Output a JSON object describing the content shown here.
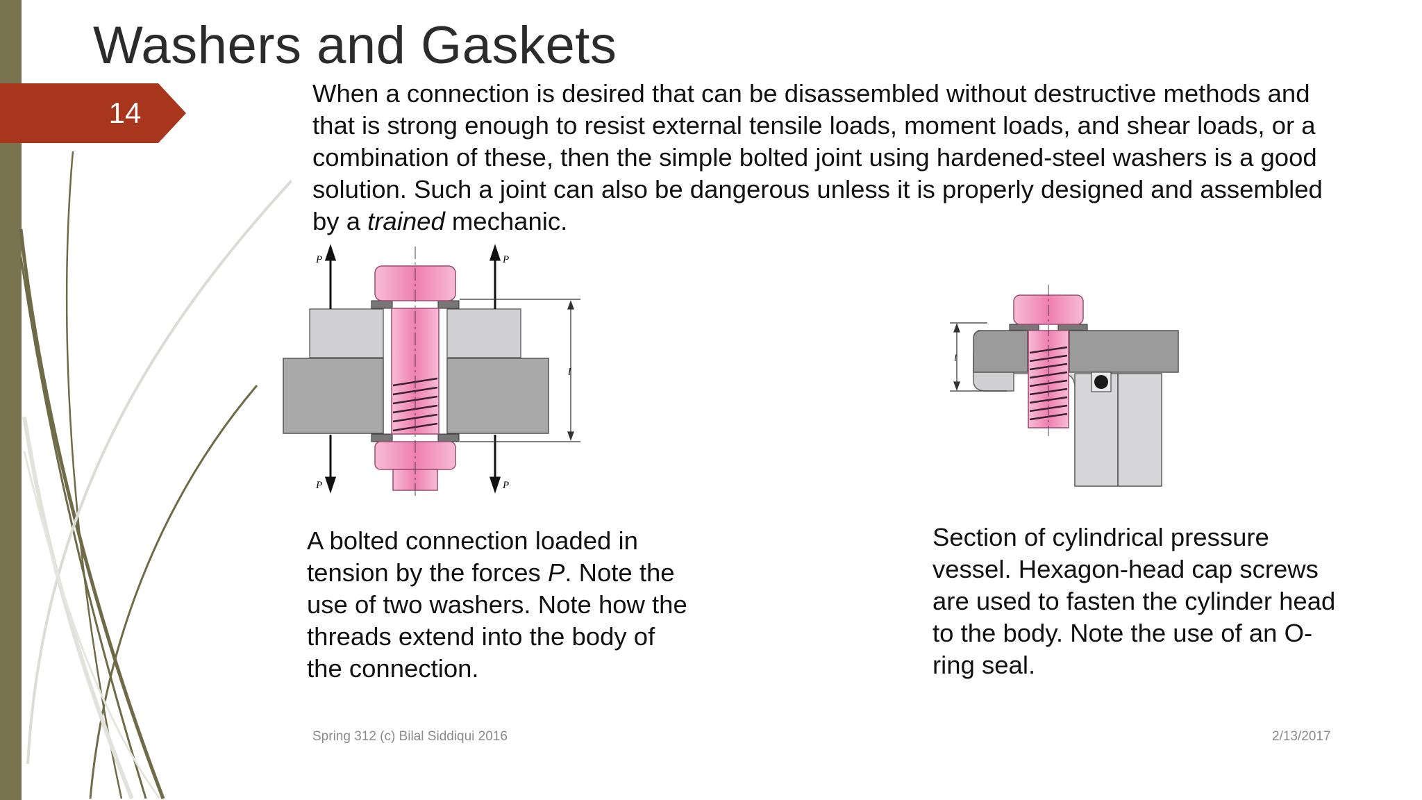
{
  "slide": {
    "title": "Washers and Gaskets",
    "page_number": "14",
    "intro_part1": "When a connection is desired that can be disassembled without destructive methods and that is strong enough to resist external tensile loads, moment loads, and shear loads, or a combination of these, then the simple bolted joint using hardened-steel washers is a good solution. Such a joint can also be dangerous unless it is properly designed and assembled by a ",
    "intro_emphasis": "trained",
    "intro_part2": " mechanic."
  },
  "figure_left": {
    "force_label": "P",
    "length_label": "l",
    "caption_part1": "A bolted connection loaded in tension by the forces ",
    "caption_emphasis": "P",
    "caption_part2": ". Note the use of two washers. Note how the threads extend into the body of the connection."
  },
  "figure_right": {
    "length_label": "l",
    "caption": "Section of cylindrical pressure vessel. Hexagon-head cap screws are used to fasten the cylinder head to the body. Note the use of an O-ring seal."
  },
  "footer": {
    "left": "Spring 312 (c) Bilal Siddiqui 2016",
    "right": "2/13/2017"
  },
  "colors": {
    "sidebar": "#7a7350",
    "badge": "#a8361c",
    "bolt_pink": "#f4a6c8",
    "plate_gray": "#a9a9a9"
  }
}
